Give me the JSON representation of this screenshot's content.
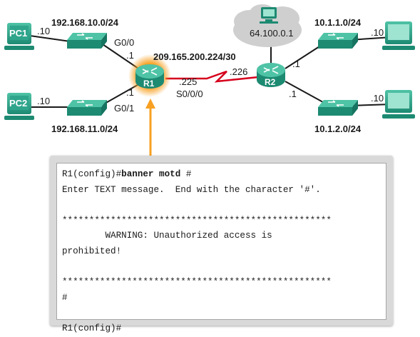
{
  "topology": {
    "pcs": [
      {
        "name": "PC1",
        "host": ".10"
      },
      {
        "name": "PC2",
        "host": ".10"
      }
    ],
    "r2_hosts": [
      ".10",
      ".10"
    ],
    "internet_host": "64.100.0.1",
    "routers": {
      "r1": "R1",
      "r2": "R2"
    },
    "networks": {
      "lan1": "192.168.10.0/24",
      "lan2": "192.168.11.0/24",
      "wan": "209.165.200.224/30",
      "lan3": "10.1.1.0/24",
      "lan4": "10.1.2.0/24"
    },
    "interfaces": {
      "r1_g00": "G0/0",
      "r1_g01": "G0/1",
      "r1_g00_ip": ".1",
      "r1_g01_ip": ".1",
      "r1_s000": "S0/0/0",
      "r1_s_ip": ".225",
      "r2_s_ip": ".226",
      "r2_g0_ip": ".1",
      "r2_g1_ip": ".1"
    },
    "colors": {
      "highlight": "#f7a021",
      "serial_link": "#d6001c",
      "device": "#2fa58c",
      "cloud": "#c8c8c8"
    }
  },
  "console": {
    "line1_prompt": "R1(config)#",
    "line1_command": "banner motd",
    "line1_arg": " #",
    "line2": "Enter TEXT message.  End with the character '#'.",
    "line3": "",
    "line4": "**************************************************",
    "line5": "        WARNING: Unauthorized access is",
    "line6": "prohibited!",
    "line7": "",
    "line8": "**************************************************",
    "line9": "#",
    "line10": "",
    "line11": "R1(config)#"
  }
}
